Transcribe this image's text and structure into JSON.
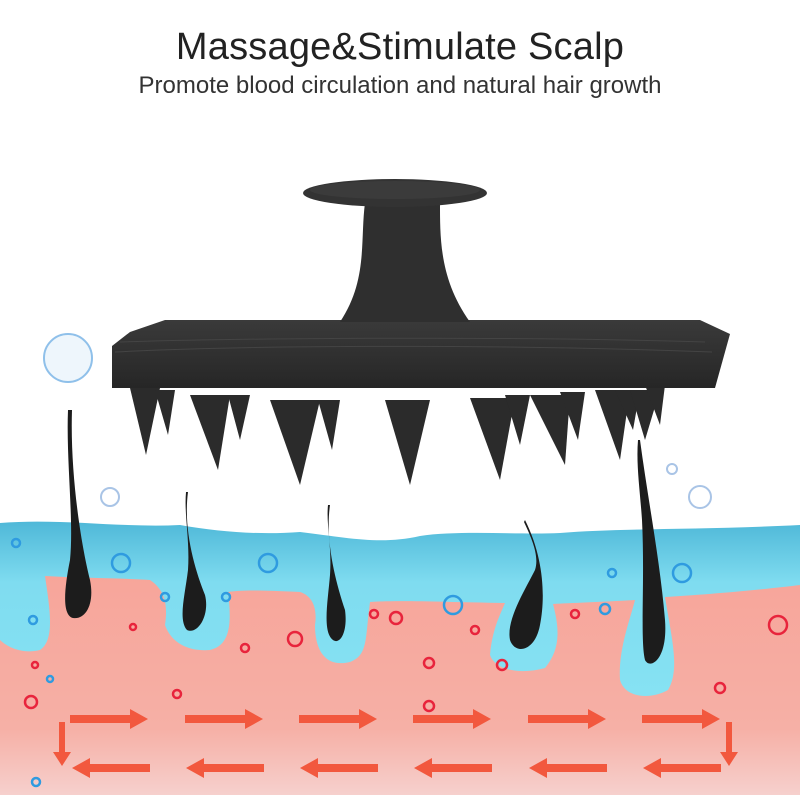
{
  "header": {
    "title": "Massage&Stimulate Scalp",
    "subtitle": "Promote blood circulation and natural hair growth"
  },
  "illustration": {
    "product": "silicone-scalp-massager-brush",
    "layers": [
      "scalp-skin-blue",
      "dermis-pink"
    ],
    "hair_follicles": 5,
    "circulation_arrows": {
      "top_row": "right",
      "bottom_row": "left"
    },
    "colors": {
      "brush": "#2e2e2e",
      "skin_top": "#7fdcf0",
      "skin_top_edge": "#4fb8d8",
      "dermis": "#f7a59a",
      "dermis_bottom": "#f6c8c4",
      "arrow": "#f2583e",
      "bubble_red": "#e8243c",
      "bubble_blue": "#2f9be0",
      "hair": "#1c1c1c"
    }
  }
}
